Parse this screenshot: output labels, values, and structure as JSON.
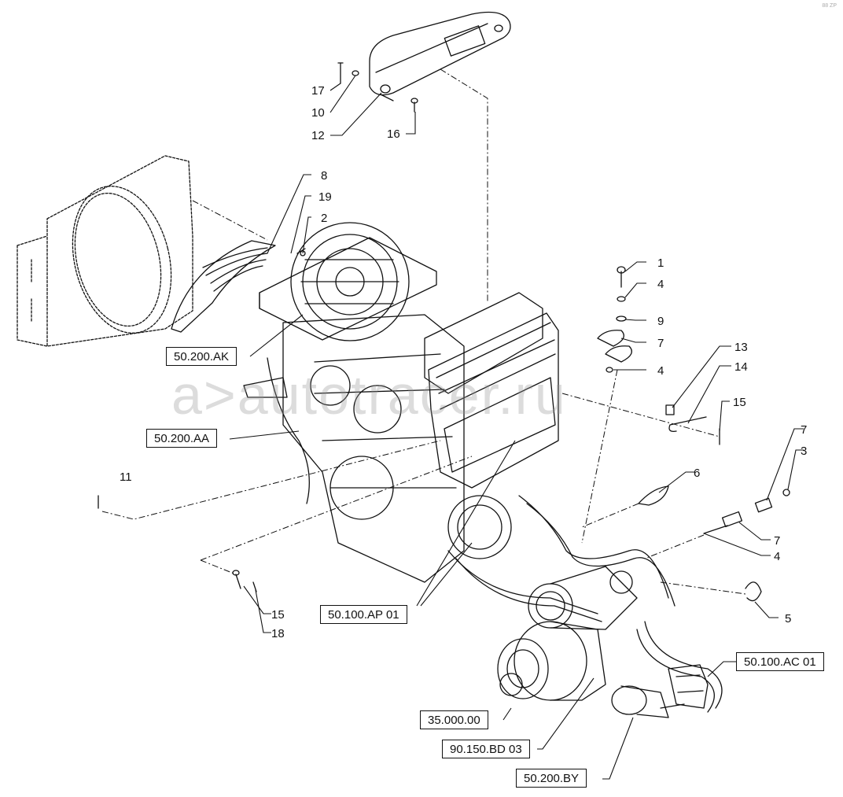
{
  "watermark": "a>autotracer.ru",
  "corner_code": "88 ZP",
  "callouts": [
    {
      "id": "17",
      "label": "17"
    },
    {
      "id": "10",
      "label": "10"
    },
    {
      "id": "12",
      "label": "12"
    },
    {
      "id": "16",
      "label": "16"
    },
    {
      "id": "8",
      "label": "8"
    },
    {
      "id": "19",
      "label": "19"
    },
    {
      "id": "2",
      "label": "2"
    },
    {
      "id": "1",
      "label": "1"
    },
    {
      "id": "4a",
      "label": "4"
    },
    {
      "id": "9",
      "label": "9"
    },
    {
      "id": "7a",
      "label": "7"
    },
    {
      "id": "4b",
      "label": "4"
    },
    {
      "id": "13",
      "label": "13"
    },
    {
      "id": "14",
      "label": "14"
    },
    {
      "id": "15a",
      "label": "15"
    },
    {
      "id": "7b",
      "label": "7"
    },
    {
      "id": "3",
      "label": "3"
    },
    {
      "id": "6",
      "label": "6"
    },
    {
      "id": "11",
      "label": "11"
    },
    {
      "id": "7c",
      "label": "7"
    },
    {
      "id": "4c",
      "label": "4"
    },
    {
      "id": "5",
      "label": "5"
    },
    {
      "id": "15b",
      "label": "15"
    },
    {
      "id": "18",
      "label": "18"
    }
  ],
  "references": [
    {
      "id": "r1",
      "label": "50.200.AK"
    },
    {
      "id": "r2",
      "label": "50.200.AA"
    },
    {
      "id": "r3",
      "label": "50.100.AP 01"
    },
    {
      "id": "r4",
      "label": "50.100.AC 01"
    },
    {
      "id": "r5",
      "label": "35.000.00"
    },
    {
      "id": "r6",
      "label": "90.150.BD 03"
    },
    {
      "id": "r7",
      "label": "50.200.BY"
    }
  ]
}
